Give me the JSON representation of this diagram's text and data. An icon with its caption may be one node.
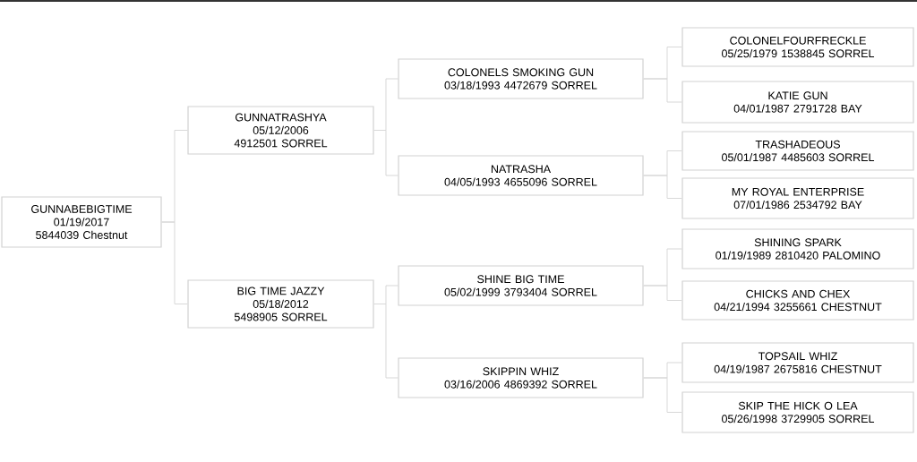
{
  "diagram": {
    "nodes": [
      {
        "text": [
          "GUNNABEBIGTIME",
          "01/19/2017 5844039 Chestnut"
        ]
      },
      {
        "text": [
          "GUNNATRASHYA",
          "05/12/2006 4912501 SORREL"
        ]
      },
      {
        "text": [
          "BIG TIME JAZZY",
          "05/18/2012 5498905 SORREL"
        ]
      },
      {
        "text": [
          "COLONELS SMOKING GUN",
          "03/18/1993 4472679 SORREL"
        ]
      },
      {
        "text": [
          "NATRASHA",
          "04/05/1993 4655096 SORREL"
        ]
      },
      {
        "text": [
          "SHINE BIG TIME",
          "05/02/1999 3793404 SORREL"
        ]
      },
      {
        "text": [
          "SKIPPIN WHIZ",
          "03/16/2006 4869392 SORREL"
        ]
      },
      {
        "text": [
          "COLONELFOURFRECKLE",
          "05/25/1979 1538845 SORREL"
        ]
      },
      {
        "text": [
          "KATIE GUN",
          "04/01/1987 2791728 BAY"
        ]
      },
      {
        "text": [
          "TRASHADEOUS",
          "05/01/1987 4485603 SORREL"
        ]
      },
      {
        "text": [
          "MY ROYAL ENTERPRISE",
          "07/01/1986 2534792 BAY"
        ]
      },
      {
        "text": [
          "SHINING SPARK",
          "01/19/1989 2810420 PALOMINO"
        ]
      },
      {
        "text": [
          "CHICKS AND CHEX",
          "04/21/1994 3255661 CHESTNUT"
        ]
      },
      {
        "text": [
          "TOPSAIL WHIZ",
          "04/19/1987 2675816 CHESTNUT"
        ]
      },
      {
        "text": [
          "SKIP THE HICK O LEA",
          "05/26/1998 3729905 SORREL"
        ]
      }
    ],
    "edges": [
      {
        "from": 0,
        "to": 1,
        "arrow": "none"
      },
      {
        "from": 0,
        "to": 2,
        "arrow": "none"
      },
      {
        "from": 1,
        "to": 3,
        "arrow": "none"
      },
      {
        "from": 1,
        "to": 4,
        "arrow": "none"
      },
      {
        "from": 2,
        "to": 5,
        "arrow": "none"
      },
      {
        "from": 2,
        "to": 6,
        "arrow": "none"
      },
      {
        "from": 3,
        "to": 7,
        "arrow": "none"
      },
      {
        "from": 3,
        "to": 8,
        "arrow": "none"
      },
      {
        "from": 4,
        "to": 9,
        "arrow": "none"
      },
      {
        "from": 4,
        "to": 10,
        "arrow": "none"
      },
      {
        "from": 5,
        "to": 11,
        "arrow": "none"
      },
      {
        "from": 5,
        "to": 12,
        "arrow": "none"
      },
      {
        "from": 6,
        "to": 13,
        "arrow": "none"
      },
      {
        "from": 6,
        "to": 14,
        "arrow": "none"
      }
    ]
  }
}
